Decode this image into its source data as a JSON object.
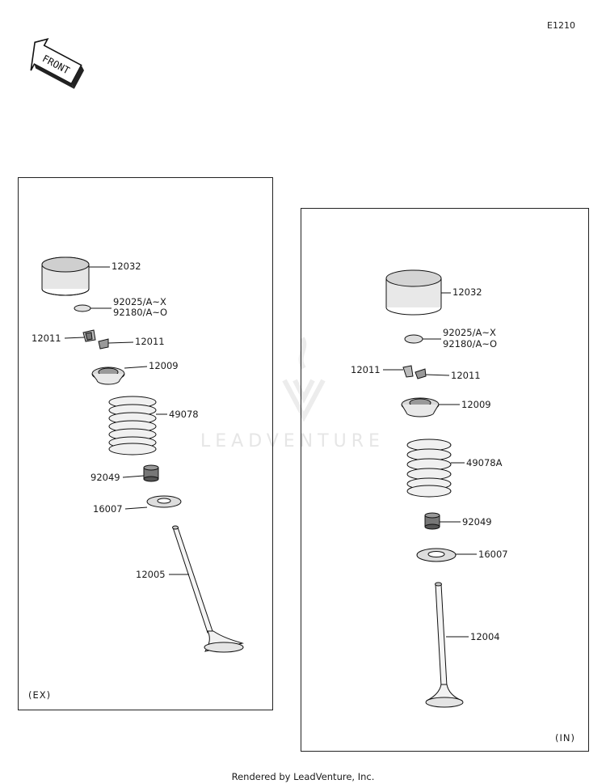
{
  "diagram_code": "E1210",
  "front_arrow_text": "FRONT",
  "watermark_text": "LEADVENTURE",
  "footer_text": "Rendered by LeadVenture, Inc.",
  "exhaust_panel": {
    "tag": "(EX)",
    "labels": {
      "tappet": "12032",
      "shim_a": "92025/A~X",
      "shim_b": "92180/A~O",
      "cotter_left": "12011",
      "cotter_right": "12011",
      "retainer": "12009",
      "spring": "49078",
      "seal": "92049",
      "seat": "16007",
      "valve": "12005"
    }
  },
  "intake_panel": {
    "tag": "(IN)",
    "labels": {
      "tappet": "12032",
      "shim_a": "92025/A~X",
      "shim_b": "92180/A~O",
      "cotter_left": "12011",
      "cotter_right": "12011",
      "retainer": "12009",
      "spring": "49078A",
      "seal": "92049",
      "seat": "16007",
      "valve": "12004"
    }
  }
}
